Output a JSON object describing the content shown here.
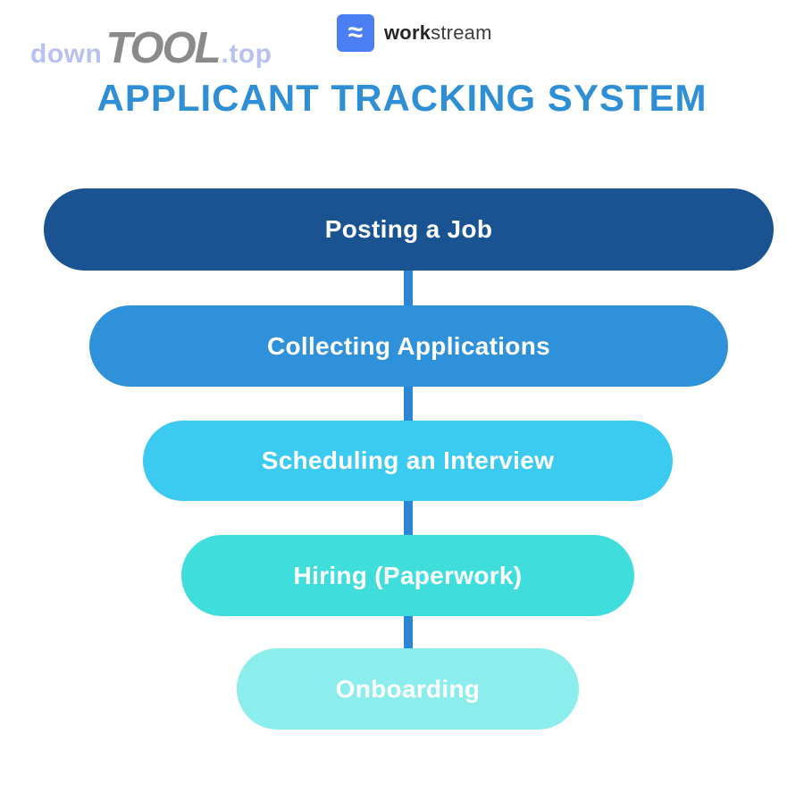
{
  "watermark": {
    "prefix": "down",
    "brand": "TOOL",
    "suffix": ".top",
    "prefix_color": "#b9c0f2",
    "brand_color": "#8a8a8a"
  },
  "logo": {
    "icon_glyph": "≈",
    "icon_color": "#4b7ef2",
    "bold_part": "work",
    "light_part": "stream"
  },
  "title": {
    "text": "APPLICANT TRACKING SYSTEM",
    "color": "#2e8fd6"
  },
  "funnel": {
    "connector_color": "#2b86d6",
    "stages": [
      {
        "label": "Posting a Job",
        "color": "#1a5392"
      },
      {
        "label": "Collecting Applications",
        "color": "#2e91d9"
      },
      {
        "label": "Scheduling an Interview",
        "color": "#3bcaf0"
      },
      {
        "label": "Hiring (Paperwork)",
        "color": "#40dddd"
      },
      {
        "label": "Onboarding",
        "color": "#8ceded"
      }
    ]
  }
}
